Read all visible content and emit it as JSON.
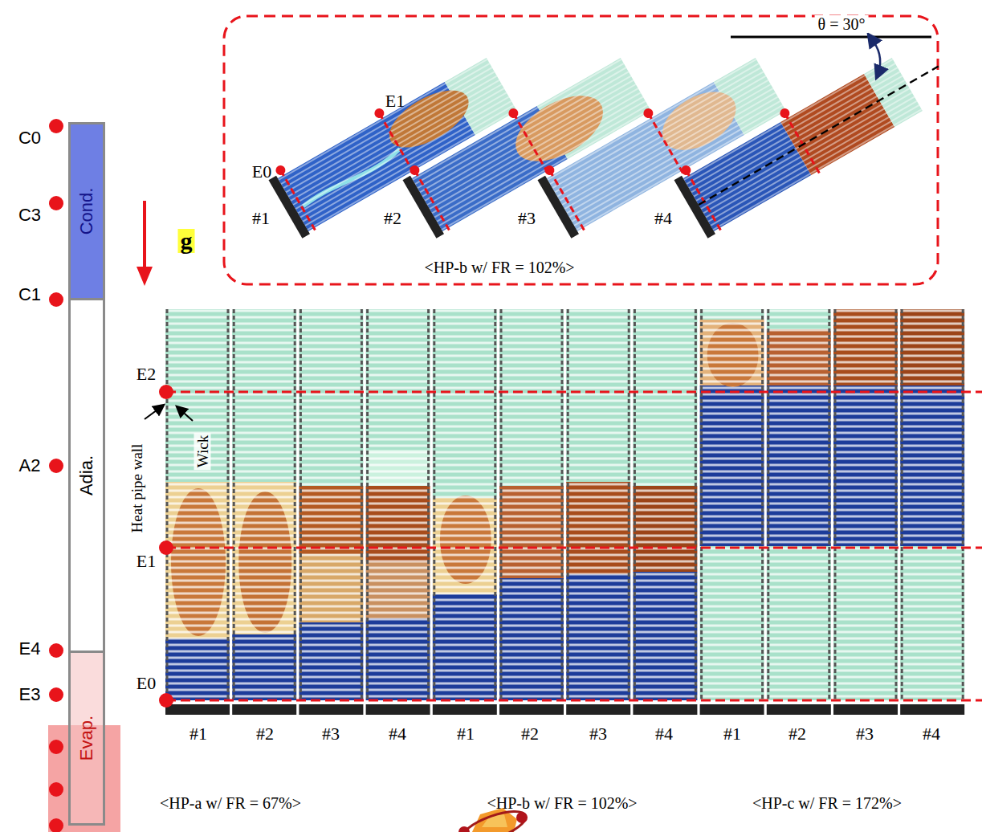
{
  "diagram": {
    "nodes": [
      {
        "text": [
          "Cond."
        ]
      },
      {
        "text": [
          "Adia."
        ]
      },
      {
        "text": [
          "Evap."
        ]
      }
    ],
    "labels": [
      "C0",
      "C3",
      "C1",
      "A2",
      "E4",
      "E3",
      "g",
      "E1",
      "E0",
      "#1",
      "#2",
      "#3",
      "#4",
      "θ = 30°",
      "<HP-b w/ FR = 102%>",
      "E2",
      "Heat pipe wall",
      "Wick",
      "E1",
      "E0",
      "#1",
      "#2",
      "#3",
      "#4",
      "#1",
      "#2",
      "#3",
      "#4",
      "#1",
      "#2",
      "#3",
      "#4",
      "<HP-a w/ FR = 67%>",
      "<HP-b w/ FR = 102%>",
      "<HP-c w/ FR = 172%>"
    ]
  }
}
